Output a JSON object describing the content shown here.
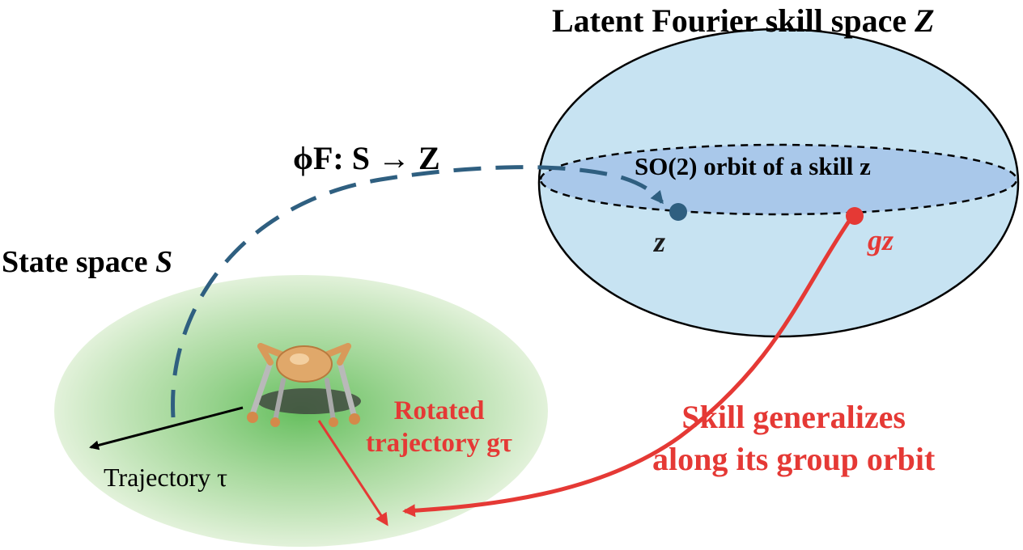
{
  "latent_space": {
    "title_text": "Latent Fourier skill space ",
    "title_symbol": "Z",
    "orbit_label": "SO(2) orbit of a skill z",
    "skill_label": "z",
    "rotated_skill_label": "gz",
    "fill_color": "#c7e3f2",
    "orbit_fill_color": "#a9c8ea"
  },
  "state_space": {
    "title_text": "State space ",
    "title_symbol": "S",
    "fill_color": "#74c26a",
    "trajectory_label": "Trajectory τ",
    "rotated_trajectory_line1": "Rotated",
    "rotated_trajectory_line2": "trajectory gτ"
  },
  "mapping": {
    "label": "ϕF: S → Z",
    "line_color": "#2f5f80"
  },
  "generalization": {
    "line1": "Skill generalizes",
    "line2": "along its group orbit",
    "color": "#e53935"
  },
  "robot": {
    "description_icon": "ant-robot-icon",
    "body_color": "#e0a86a"
  }
}
